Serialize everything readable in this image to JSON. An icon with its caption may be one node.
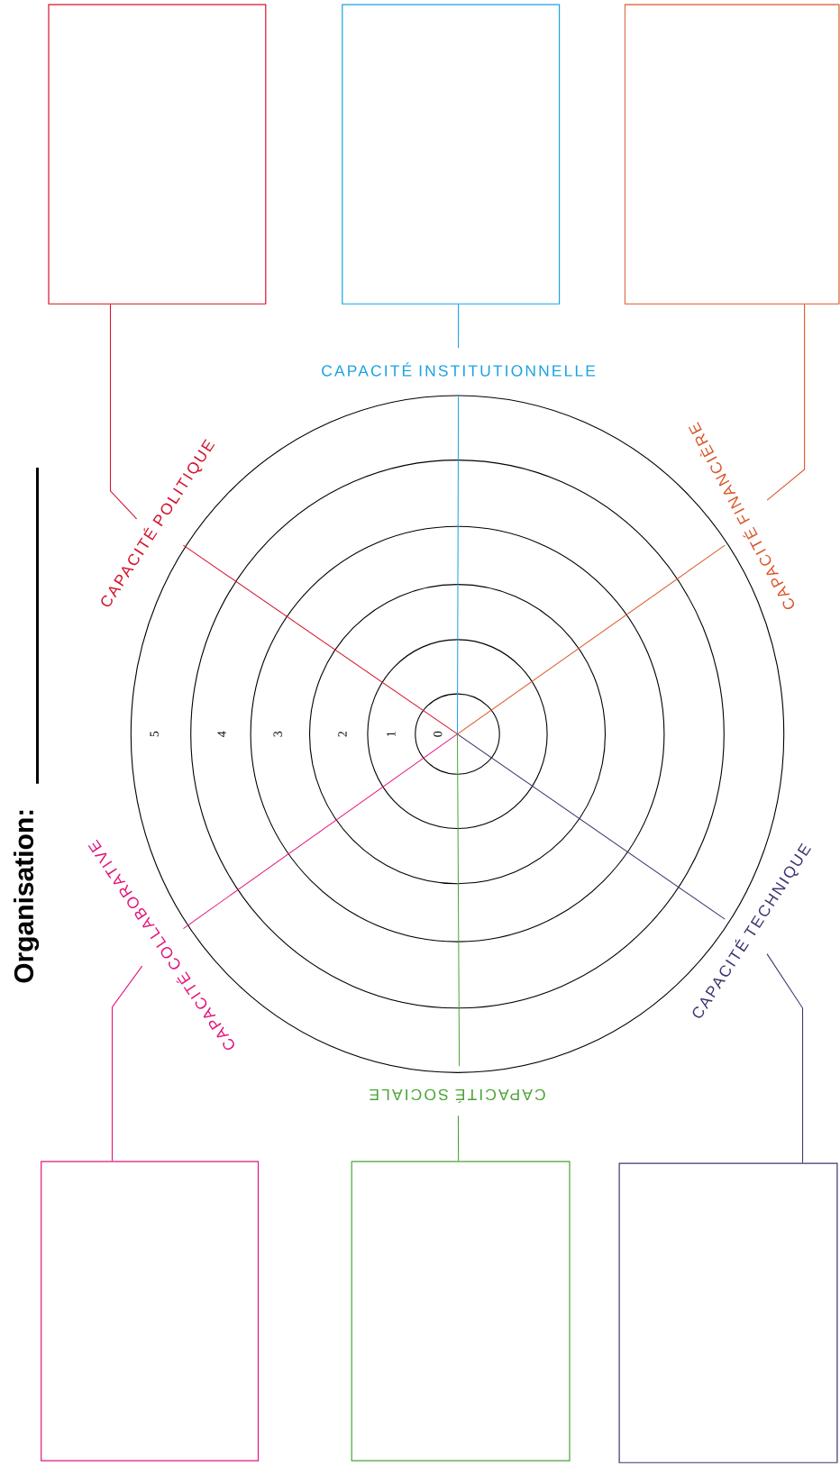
{
  "diagram": {
    "nodes": [
      {
        "text": [],
        "shape": "box"
      },
      {
        "text": [],
        "shape": "box"
      },
      {
        "text": [],
        "shape": "box"
      },
      {
        "text": [
          "CAPACITÉ INSTITUTIONNELLE"
        ]
      },
      {
        "text": [
          "CAPACITÉ POLITIQUE"
        ]
      },
      {
        "text": [
          "CAPACITÉ FINANCIÈRE"
        ]
      },
      {
        "text": [
          "CAPACITÉ COLLABORATIVE"
        ]
      },
      {
        "text": [
          "CAPACITÉ TECHNIQUE"
        ]
      },
      {
        "text": [
          "CAPACITÉ SOCIALE"
        ]
      },
      {
        "text": [],
        "shape": "box"
      },
      {
        "text": [],
        "shape": "box"
      },
      {
        "text": [],
        "shape": "box"
      }
    ],
    "edges": [
      {
        "from": 3,
        "to": 1,
        "arrow": "none",
        "color": "#1ba1e2"
      },
      {
        "from": 4,
        "to": 0,
        "arrow": "none",
        "color": "#d4122a"
      },
      {
        "from": 5,
        "to": 2,
        "arrow": "none",
        "color": "#d9582b"
      },
      {
        "from": 6,
        "to": 9,
        "arrow": "none",
        "color": "#e2157e"
      },
      {
        "from": 7,
        "to": 11,
        "arrow": "none",
        "color": "#3c3671"
      },
      {
        "from": 8,
        "to": 10,
        "arrow": "none",
        "color": "#4aa335"
      }
    ],
    "labels": [
      "Organisation:",
      "5",
      "4",
      "3",
      "2",
      "1",
      "0"
    ]
  }
}
